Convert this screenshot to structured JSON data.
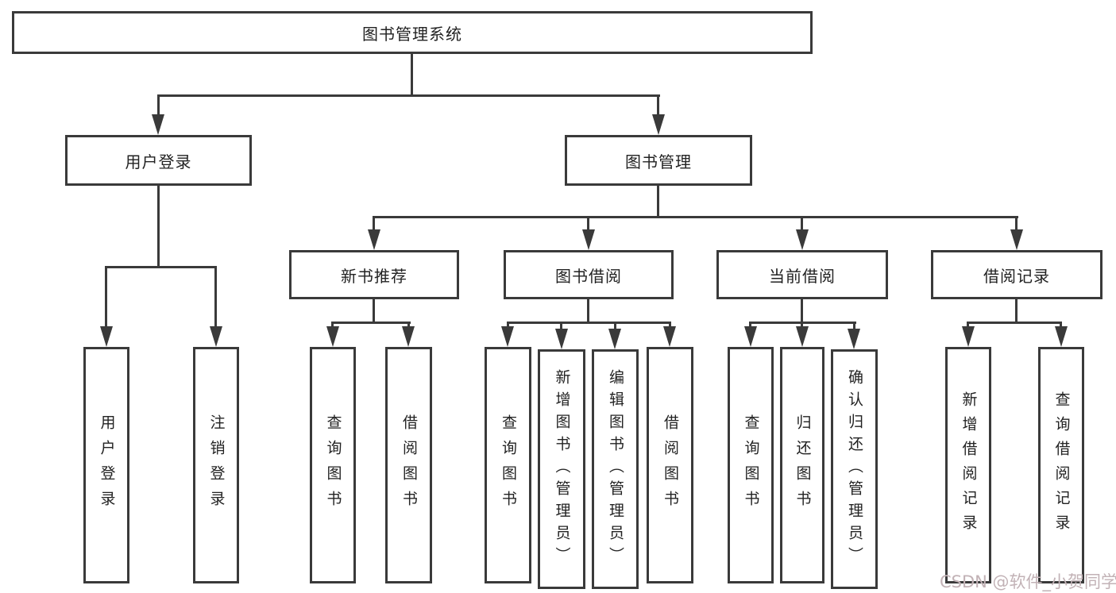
{
  "diagram": {
    "title_note": "functional structure tree of a library management system",
    "colors": {
      "line": "#3a3a3a",
      "box_border": "#3a3a3a",
      "text": "#222222",
      "watermark": "#c2b2b6",
      "background": "#ffffff"
    },
    "nodes": {
      "root": {
        "label": "图书管理系统"
      },
      "user_login": {
        "label": "用户登录"
      },
      "book_mgmt": {
        "label": "图书管理"
      },
      "new_book_rec": {
        "label": "新书推荐"
      },
      "book_borrow": {
        "label": "图书借阅"
      },
      "current_borrow": {
        "label": "当前借阅"
      },
      "borrow_record": {
        "label": "借阅记录"
      },
      "leaf_user_login": {
        "label": "用户登录"
      },
      "leaf_logout": {
        "label": "注销登录"
      },
      "leaf_rec_query": {
        "label": "查询图书"
      },
      "leaf_rec_borrow": {
        "label": "借阅图书"
      },
      "leaf_bb_query": {
        "label": "查询图书"
      },
      "leaf_bb_add": {
        "label": "新增图书（管理员）"
      },
      "leaf_bb_edit": {
        "label": "编辑图书（管理员）"
      },
      "leaf_bb_borrow": {
        "label": "借阅图书"
      },
      "leaf_cb_query": {
        "label": "查询图书"
      },
      "leaf_cb_return": {
        "label": "归还图书"
      },
      "leaf_cb_confirm": {
        "label": "确认归还（管理员）"
      },
      "leaf_br_add": {
        "label": "新增借阅记录"
      },
      "leaf_br_query": {
        "label": "查询借阅记录"
      }
    }
  },
  "watermark": "CSDN @软件_小贺同学"
}
